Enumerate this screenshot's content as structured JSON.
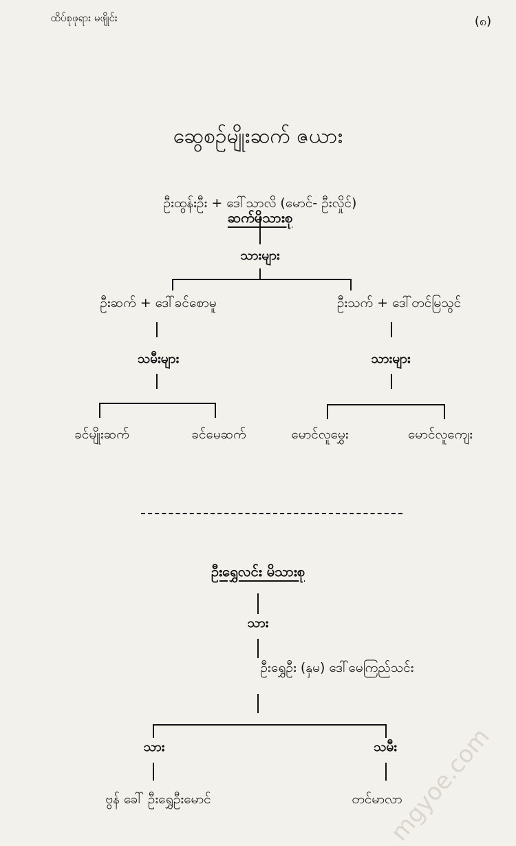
{
  "header": {
    "running_title": "ထိပ်စုဖုရား မဖျိုင်း",
    "page_number": "(၈)"
  },
  "title": "ဆွေစဉ်မျိုးဆက် ဇယား",
  "family1": {
    "heading": "ဆက်မိသားစု",
    "root_couple": "ဦးထွန်းဦး + ဒေါ်သာလိ (မောင်- ဦးလှိုင်)",
    "children_label": "သားများ",
    "left": {
      "couple": "ဦးဆက် + ဒေါ်ခင်စောမူ",
      "children_label": "သမီးများ",
      "children": [
        "ခင်မျိုးဆက်",
        "ခင်မေဆက်"
      ]
    },
    "right": {
      "couple": "ဦးသက် + ဒေါ်တင်မြသွင်",
      "children_label": "သားများ",
      "children": [
        "မောင်လူမွှေး",
        "မောင်လူကျေး"
      ]
    }
  },
  "family2": {
    "heading": "ဦးရွှေလင်း မိသားစု",
    "son_label": "သား",
    "couple": "ဦးရွှေဦး (နှမ) ဒေါ်မေကြည်သင်း",
    "left": {
      "label": "သား",
      "name": "ဗွန် ခေါ် ဦးရွှေဦးမောင်"
    },
    "right": {
      "label": "သမီး",
      "name": "တင်မာလာ"
    }
  },
  "watermark": "mgyoe.com"
}
